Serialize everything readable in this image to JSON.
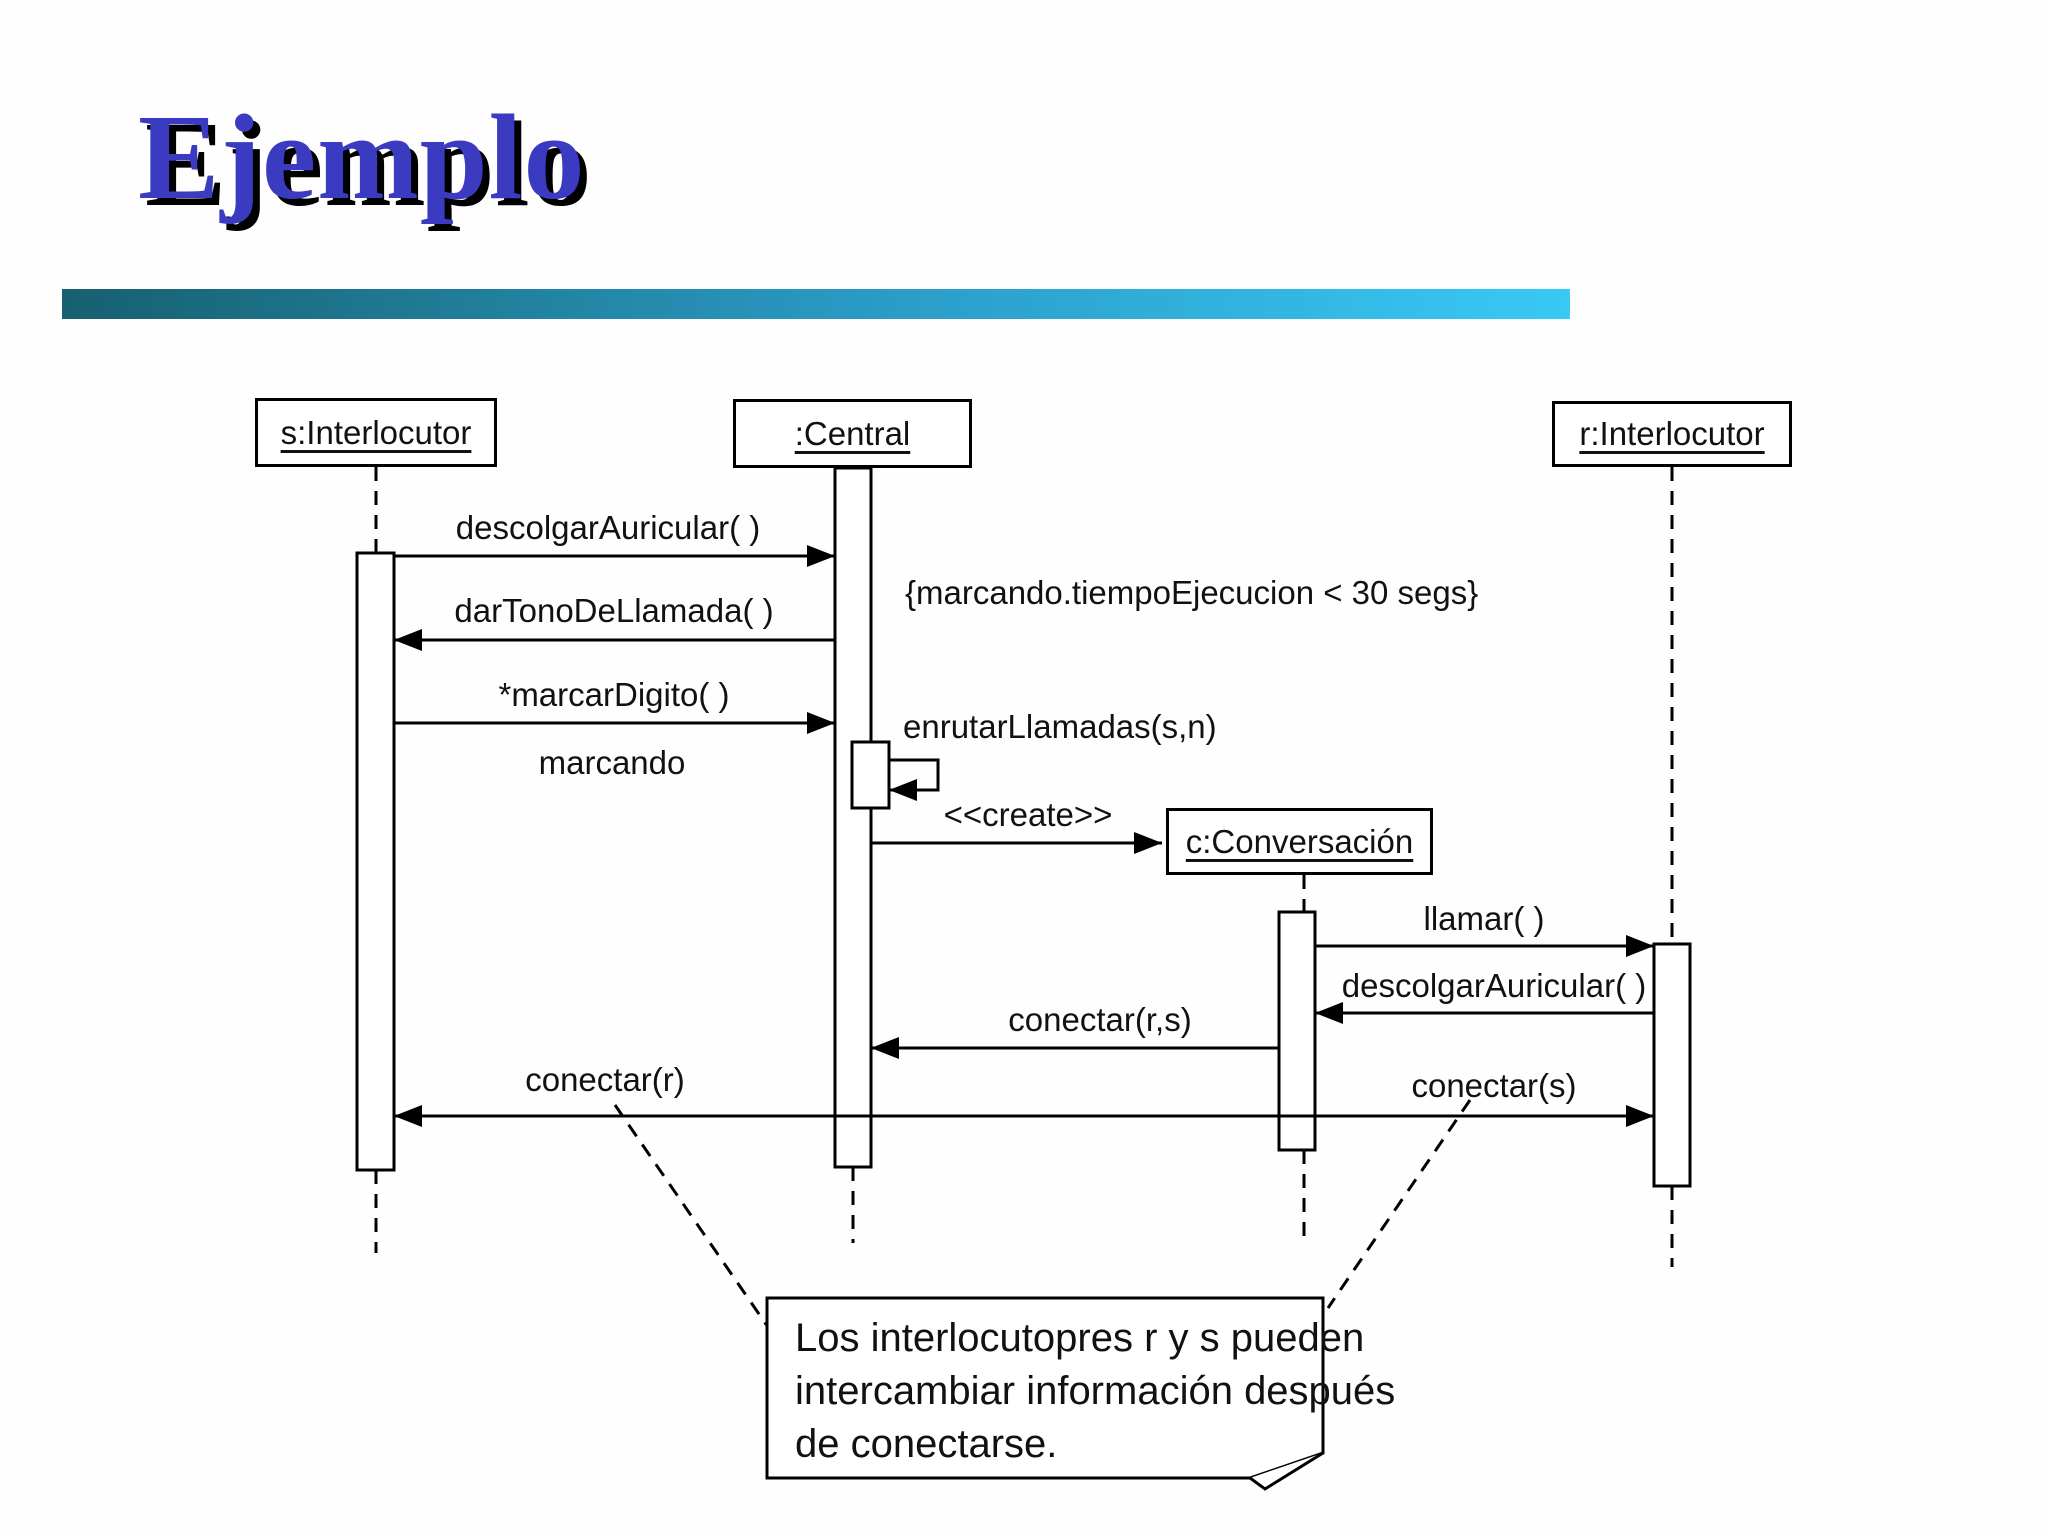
{
  "slide": {
    "title": "Ejemplo",
    "title_color": "#3b3bc2",
    "accent_bar_colors": {
      "left": "#17606f",
      "right": "#38c9f5"
    }
  },
  "diagram": {
    "type": "uml-sequence",
    "lifelines": [
      {
        "label": "s:Interlocutor"
      },
      {
        "label": ":Central"
      },
      {
        "label": "c:Conversación"
      },
      {
        "label": "r:Interlocutor"
      }
    ],
    "messages": [
      {
        "label": "descolgarAuricular( )",
        "from": "s:Interlocutor",
        "to": ":Central"
      },
      {
        "label": "darTonoDeLlamada( )",
        "from": ":Central",
        "to": "s:Interlocutor"
      },
      {
        "label": "*marcarDigito( )",
        "from": "s:Interlocutor",
        "to": ":Central"
      },
      {
        "label": "marcando",
        "kind": "state"
      },
      {
        "label": "enrutarLlamadas(s,n)",
        "from": ":Central",
        "to": ":Central",
        "kind": "self"
      },
      {
        "label": "<<create>>",
        "from": ":Central",
        "to": "c:Conversación"
      },
      {
        "label": "llamar( )",
        "from": "c:Conversación",
        "to": "r:Interlocutor"
      },
      {
        "label": "descolgarAuricular( )",
        "from": "r:Interlocutor",
        "to": "c:Conversación"
      },
      {
        "label": "conectar(r,s)",
        "from": "c:Conversación",
        "to": ":Central"
      },
      {
        "label": "conectar(r)",
        "from": ":Central",
        "to": "s:Interlocutor"
      },
      {
        "label": "conectar(s)",
        "from": "c:Conversación",
        "to": "r:Interlocutor"
      }
    ],
    "constraint": "{marcando.tiempoEjecucion < 30 segs}",
    "note": {
      "lines": [
        "Los interlocutopres r y s pueden",
        "intercambiar información después",
        "de conectarse."
      ]
    }
  }
}
